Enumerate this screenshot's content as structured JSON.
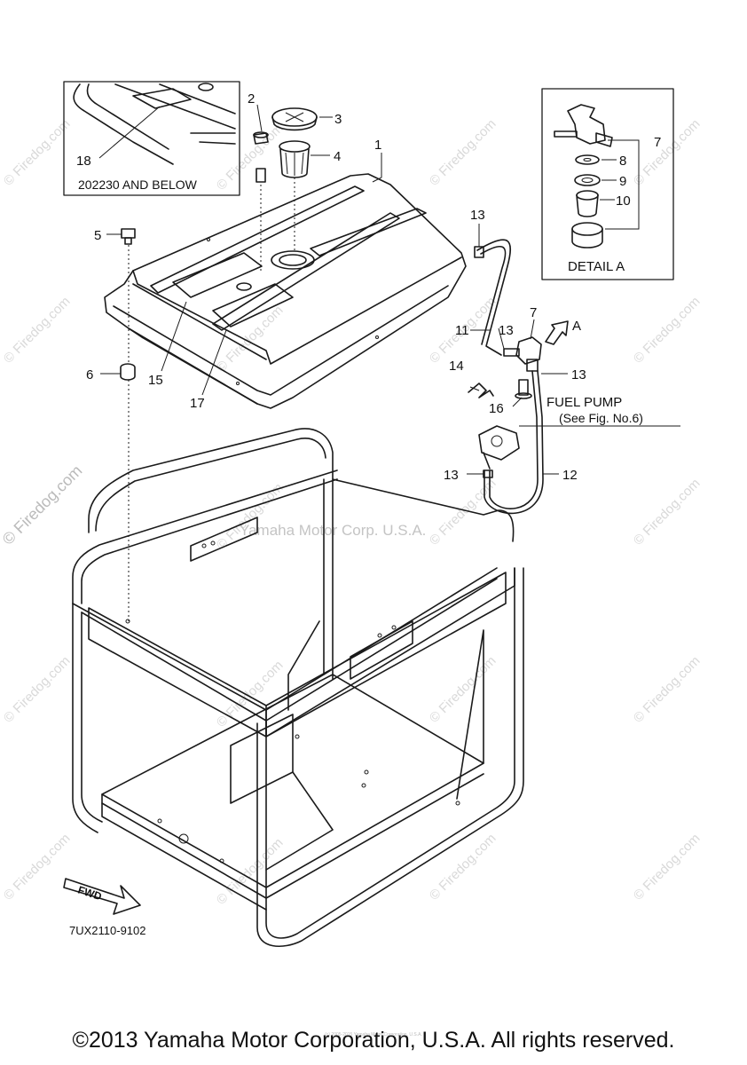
{
  "diagram": {
    "inset_label": "202230 AND BELOW",
    "inset_callout": "18",
    "detail_label": "DETAIL A",
    "detail_callouts": [
      "7",
      "8",
      "9",
      "10"
    ],
    "callouts": [
      "1",
      "2",
      "3",
      "4",
      "5",
      "6",
      "7",
      "11",
      "12",
      "13",
      "13",
      "13",
      "13",
      "14",
      "15",
      "16",
      "17"
    ],
    "arrow_label": "A",
    "fuel_pump_label": "FUEL PUMP",
    "fuel_pump_ref": "(See Fig. No.6)",
    "fwd_label": "FWD",
    "part_code": "7UX2110-9102",
    "watermark_center": "Yamaha Motor Corp. U.S.A.",
    "watermark": "© Firedog.com"
  },
  "footer": {
    "copyright": "©2013 Yamaha Motor Corporation, U.S.A. All rights reserved.",
    "small_print": "(c) 2005-2015 Yamaha Motor Corporation, U.S.A."
  }
}
